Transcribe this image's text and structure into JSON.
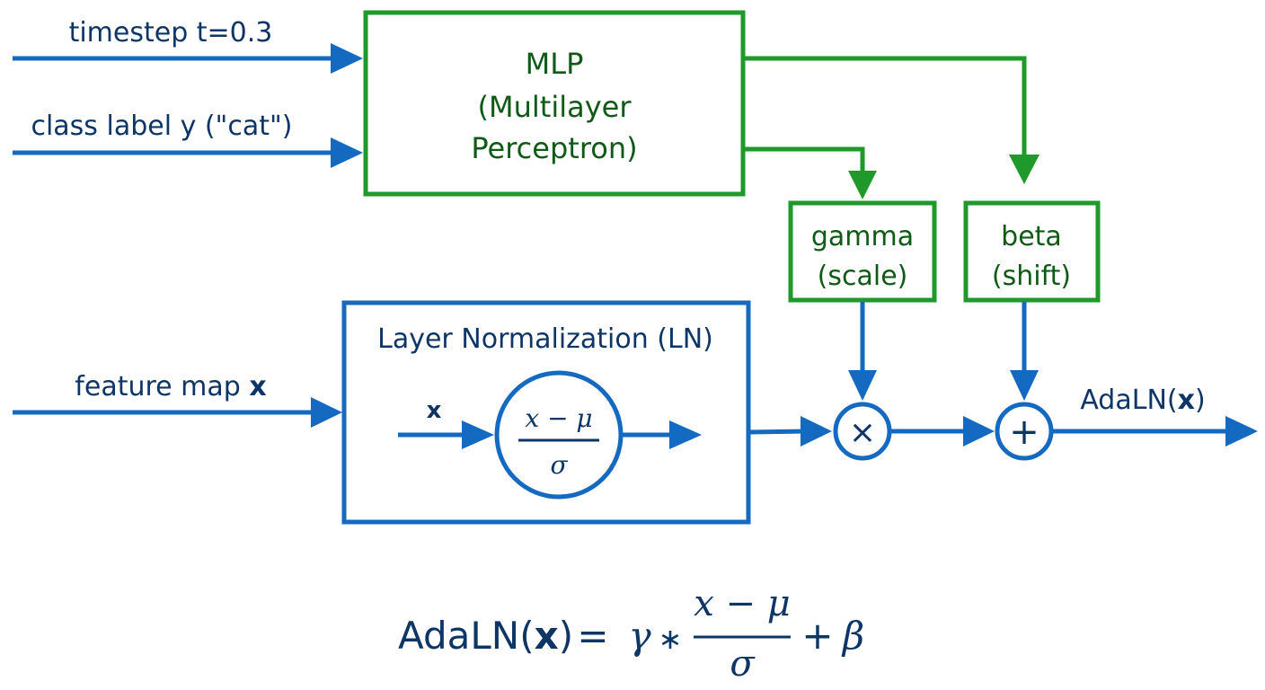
{
  "colors": {
    "blue": "#1469c0",
    "green": "#1f9a2a",
    "text_dark": "#0d3566",
    "text_green": "#0f5a16"
  },
  "inputs": {
    "timestep_label": "timestep t=0.3",
    "class_label": "class label y (\"cat\")",
    "feature_map_label": "feature map ",
    "feature_map_var": "x"
  },
  "mlp": {
    "line1": "MLP",
    "line2": "(Multilayer",
    "line3": "Perceptron)"
  },
  "gamma": {
    "line1": "gamma",
    "line2": "(scale)"
  },
  "beta": {
    "line1": "beta",
    "line2": "(shift)"
  },
  "layer_norm": {
    "title": "Layer Normalization (LN)",
    "input_var": "x",
    "numerator": "x − μ",
    "denominator": "σ"
  },
  "operators": {
    "multiply": "×",
    "add": "+"
  },
  "output": {
    "prefix": "AdaLN(",
    "var": "x",
    "suffix": ")"
  },
  "formula": {
    "lhs_prefix": "AdaLN(",
    "lhs_var": "x",
    "lhs_suffix": ")",
    "equals": "=",
    "gamma": "γ",
    "star": "∗",
    "numerator": "x − μ",
    "denominator": "σ",
    "plus": "+",
    "beta": "β"
  }
}
